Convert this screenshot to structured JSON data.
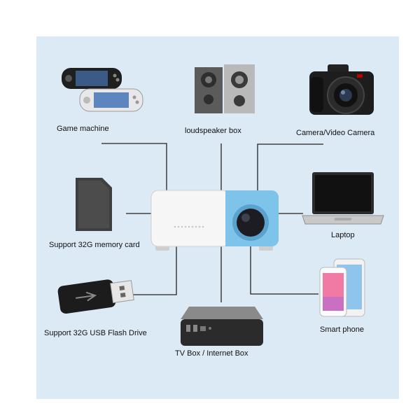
{
  "diagram": {
    "center_device": {
      "icon": "mini-projector-icon"
    },
    "devices": [
      {
        "id": "game",
        "label": "Game machine",
        "icon": "handheld-game-console-icon"
      },
      {
        "id": "speaker",
        "label": "loudspeaker box",
        "icon": "loudspeaker-icon"
      },
      {
        "id": "camera",
        "label": "Camera/Video Camera",
        "icon": "camera-icon"
      },
      {
        "id": "memcard",
        "label": "Support 32G memory card",
        "icon": "memory-card-icon"
      },
      {
        "id": "laptop",
        "label": "Laptop",
        "icon": "laptop-icon"
      },
      {
        "id": "usb",
        "label": "Support 32G USB Flash Drive",
        "icon": "usb-drive-icon"
      },
      {
        "id": "tvbox",
        "label": "TV Box / Internet Box",
        "icon": "tv-box-icon"
      },
      {
        "id": "phone",
        "label": "Smart phone",
        "icon": "smartphone-icon"
      }
    ],
    "colors": {
      "background": "#dceaf6",
      "connector": "#222222",
      "projector_accent": "#7ec3ea"
    }
  }
}
